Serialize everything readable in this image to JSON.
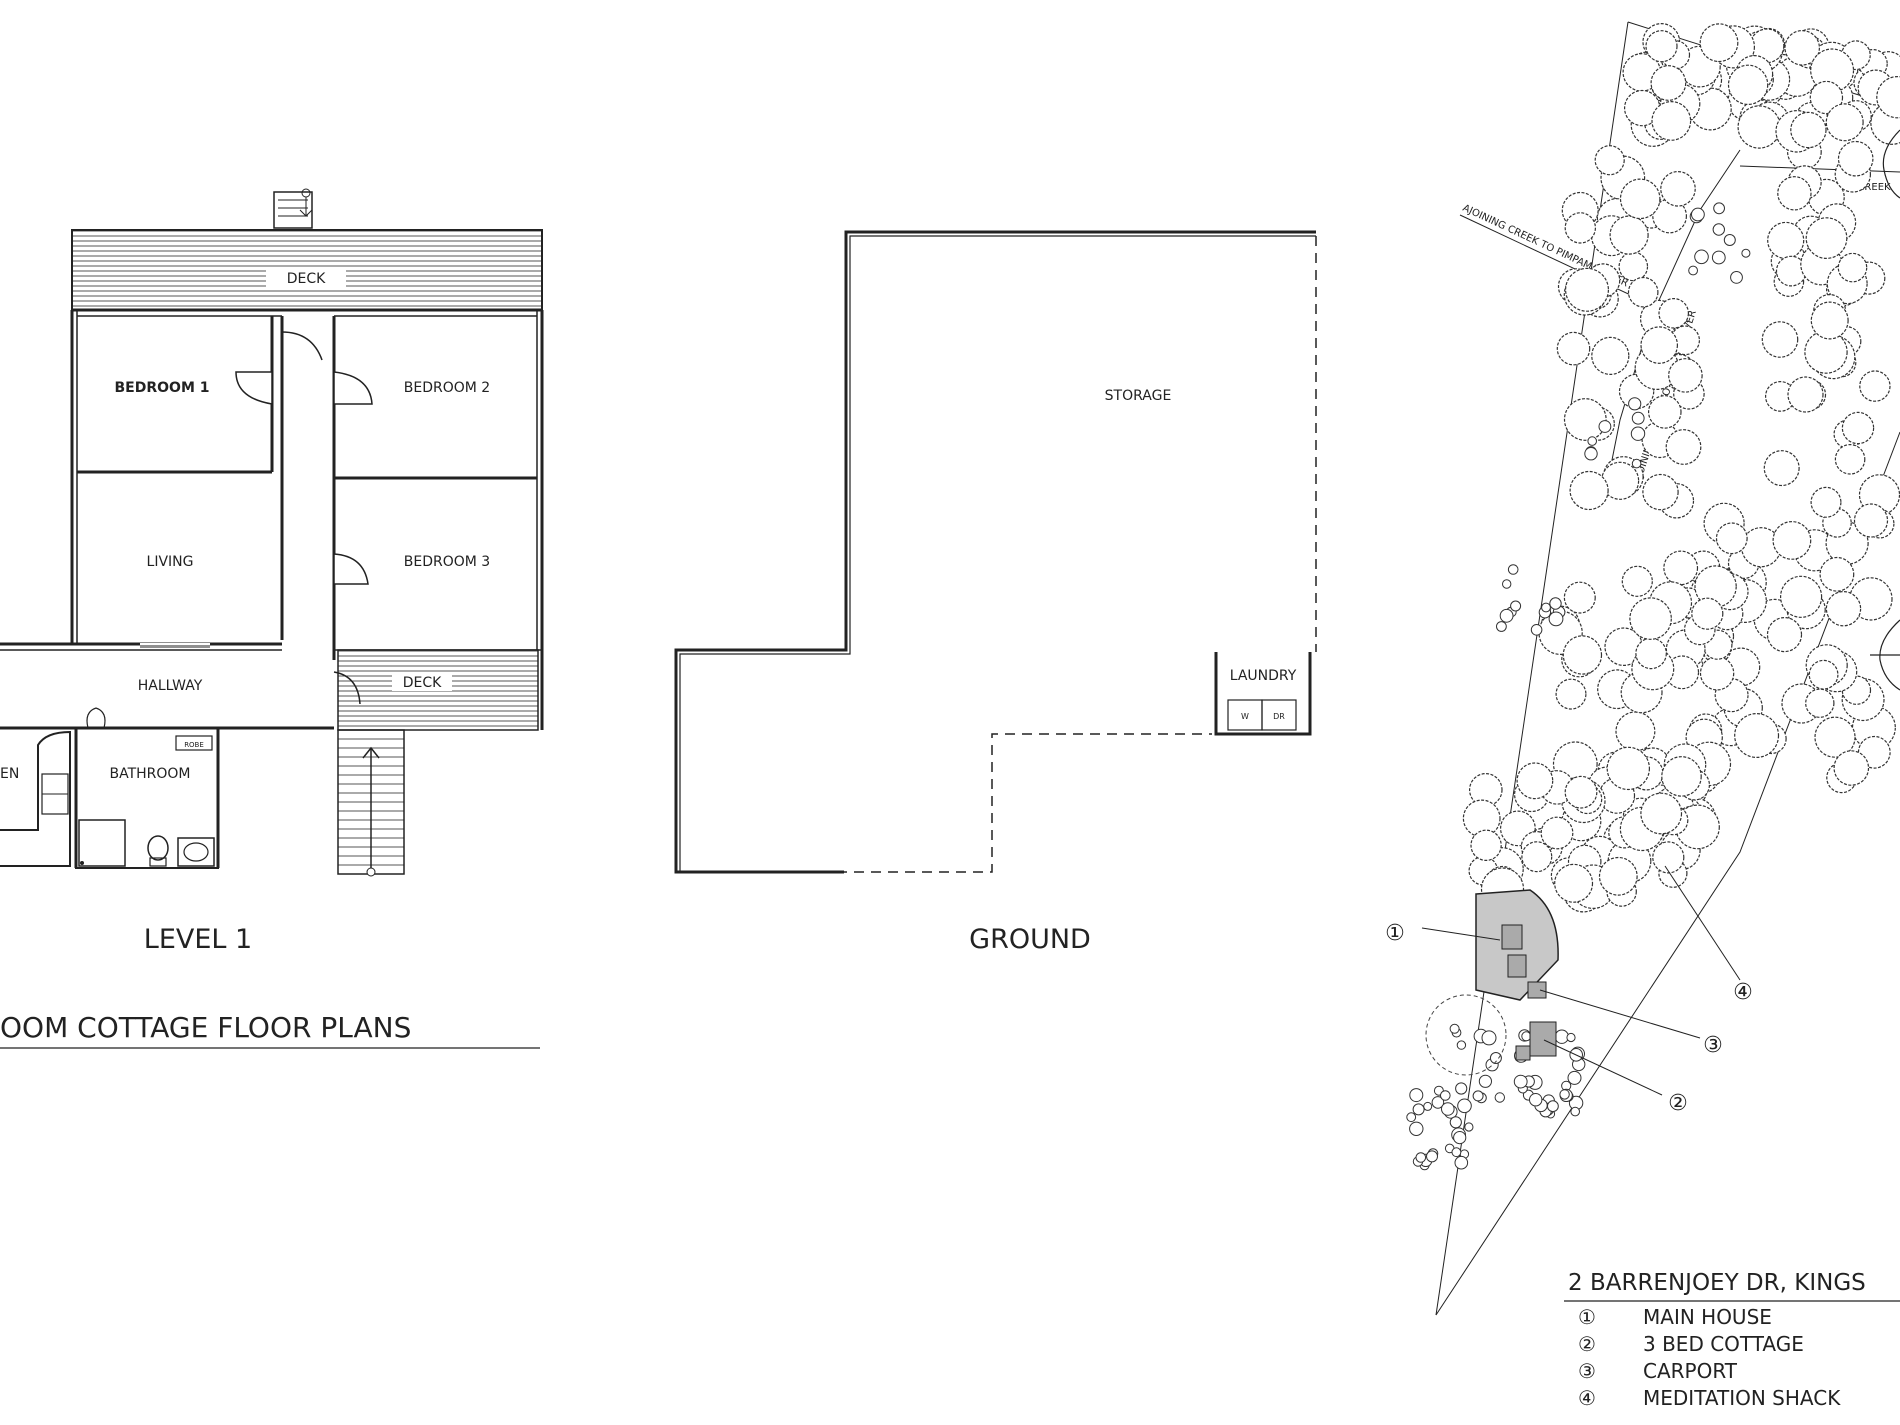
{
  "level1": {
    "rooms": {
      "deck_top": "DECK",
      "bedroom1": "BEDROOM 1",
      "bedroom2": "BEDROOM 2",
      "living": "LIVING",
      "bedroom3": "BEDROOM 3",
      "hallway": "HALLWAY",
      "deck_side": "DECK",
      "bathroom": "BATHROOM",
      "kitchen_fragment": "EN",
      "robe": "ROBE"
    },
    "title": "LEVEL 1"
  },
  "ground": {
    "rooms": {
      "storage": "STORAGE",
      "laundry": "LAUNDRY",
      "w": "W",
      "dr": "DR"
    },
    "title": "GROUND"
  },
  "plan_title": "OOM COTTAGE FLOOR PLANS",
  "site": {
    "creek_label_1": "AJOINING CREEK TO PIMPAMA RIVER",
    "creek_label_2": "AJOINING CREEK TO PIMPAMA RIVER",
    "creek_label_3": "AJOINING CREEK",
    "callouts": [
      "①",
      "④",
      "③",
      "②"
    ],
    "address": "2 BARRENJOEY DR, KINGS",
    "legend": [
      {
        "num": "①",
        "label": "MAIN HOUSE"
      },
      {
        "num": "②",
        "label": "3 BED COTTAGE"
      },
      {
        "num": "③",
        "label": "CARPORT"
      },
      {
        "num": "④",
        "label": "MEDITATION SHACK"
      }
    ]
  }
}
